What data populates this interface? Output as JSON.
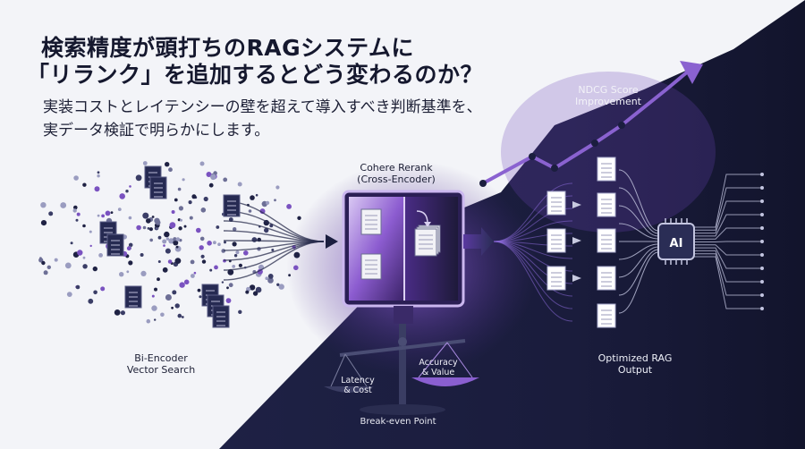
{
  "header": {
    "title_line1": "検索精度が頭打ちのRAGシステムに",
    "title_line2": "「リランク」を追加するとどう変わるのか？",
    "subtitle_line1": "実装コストとレイテンシーの壁を超えて導入すべき判断基準を、",
    "subtitle_line2": "実データ検証で明らかにします。"
  },
  "labels": {
    "ndcg_line1": "NDCG Score",
    "ndcg_line2": "Improvement",
    "cohere_line1": "Cohere Rerank",
    "cohere_line2": "(Cross-Encoder)",
    "bi_line1": "Bi-Encoder",
    "bi_line2": "Vector Search",
    "optimized_line1": "Optimized RAG",
    "optimized_line2": "Output",
    "latency_line1": "Latency",
    "latency_line2": "& Cost",
    "accuracy_line1": "Accuracy",
    "accuracy_line2": "& Value",
    "break_even": "Break-even Point",
    "chip": "AI"
  },
  "colors": {
    "navy": "#1b1e3f",
    "purple": "#7a4fc4",
    "light_bg": "#f3f4f8",
    "dot": "#2a2d4e"
  },
  "icons": [
    "document-icon",
    "arrow-icon",
    "balance-scale-icon",
    "ai-chip-icon",
    "trend-arrow-icon"
  ]
}
